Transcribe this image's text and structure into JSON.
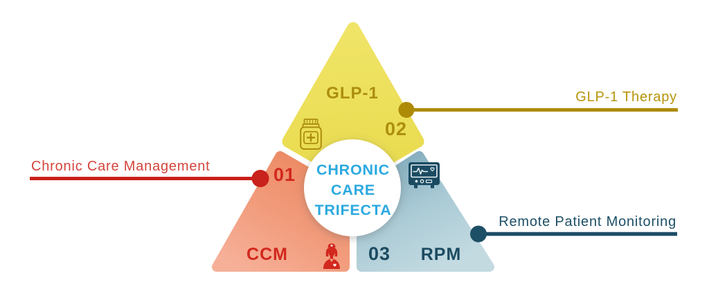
{
  "center": {
    "line1": "CHRONIC",
    "line2": "CARE",
    "line3": "TRIFECTA",
    "text_color": "#2BA9E0"
  },
  "sections": {
    "glp1": {
      "label": "GLP-1",
      "number": "02",
      "callout": "GLP-1 Therapy",
      "fill": "#EDE05A",
      "accent": "#AC8E0E",
      "line_color": "#AD8B07",
      "icon": "pill-bottle-icon"
    },
    "ccm": {
      "label": "CCM",
      "number": "01",
      "callout": "Chronic Care Management",
      "fill": "#F29D7E",
      "accent": "#D2281E",
      "line_color": "#C9211B",
      "icon": "nurse-icon"
    },
    "rpm": {
      "label": "RPM",
      "number": "03",
      "callout": "Remote Patient Monitoring",
      "fill": "#A9CAD5",
      "accent": "#1B4B61",
      "line_color": "#1D4F66",
      "icon": "heart-monitor-icon"
    }
  },
  "background": "#FFFFFF"
}
